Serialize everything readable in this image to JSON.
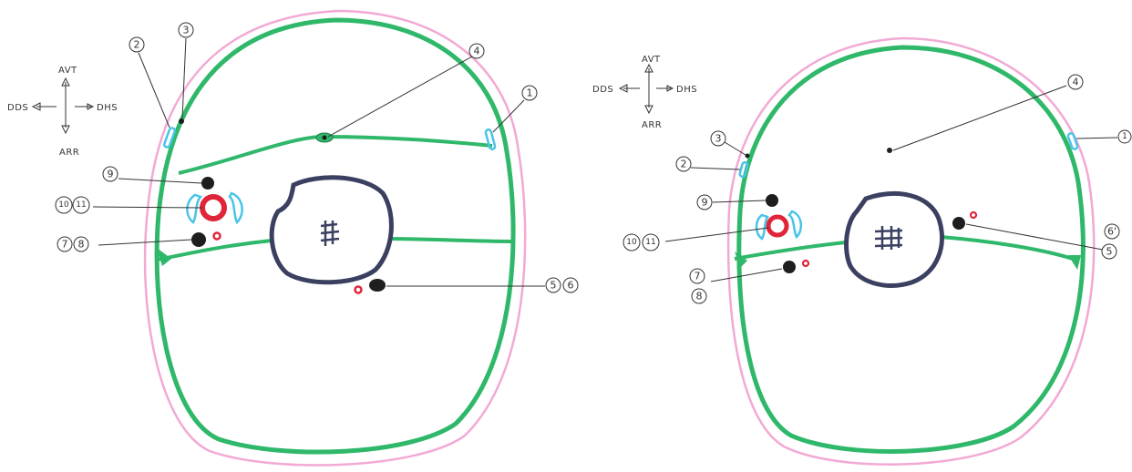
{
  "colors": {
    "outline": "#f2a9d4",
    "membrane": "#2fb86a",
    "core": "#3b4061",
    "artery": "#e0253a",
    "vessel": "#1e1e1e",
    "band": "#48c4e8",
    "ink": "#333333"
  },
  "left_panel": {
    "orientation": {
      "up": "AVT",
      "down": "ARR",
      "left": "DDS",
      "right": "DHS"
    },
    "labels": {
      "l1": "1",
      "l2": "2",
      "l3": "3",
      "l4": "4",
      "l5": "5",
      "l6": "6",
      "l7": "7",
      "l8": "8",
      "l9": "9",
      "l10": "10",
      "l11": "11"
    }
  },
  "right_panel": {
    "orientation": {
      "up": "AVT",
      "down": "ARR",
      "left": "DDS",
      "right": "DHS"
    },
    "labels": {
      "l1": "1",
      "l2": "2",
      "l3": "3",
      "l4": "4",
      "l5": "5",
      "l6": "6'",
      "l7": "7",
      "l8": "8",
      "l9": "9",
      "l10": "10",
      "l11": "11"
    }
  }
}
